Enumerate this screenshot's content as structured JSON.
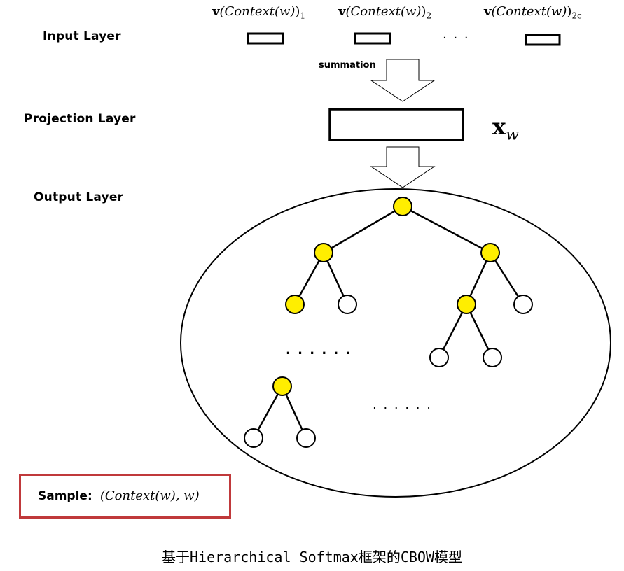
{
  "layers": {
    "input_label": "Input  Layer",
    "projection_label": "Projection  Layer",
    "output_label": "Output Layer"
  },
  "inputs": {
    "context_prefix": "v",
    "context_text": "(Context(w)",
    "subscripts": [
      "1",
      "2",
      "2c"
    ],
    "ellipsis": "· · ·"
  },
  "summation_label": "summation",
  "projection_symbol": "x",
  "projection_subscript": "w",
  "tree_ellipsis": [
    ". . . . . .",
    ". . . . . ."
  ],
  "sample": {
    "label": "Sample:",
    "value": "(Context(w), w)"
  },
  "caption": "基于Hierarchical Softmax框架的CBOW模型",
  "colors": {
    "internal_node": "#ffee00",
    "leaf_node": "#ffffff",
    "sample_border": "#c0393b"
  }
}
